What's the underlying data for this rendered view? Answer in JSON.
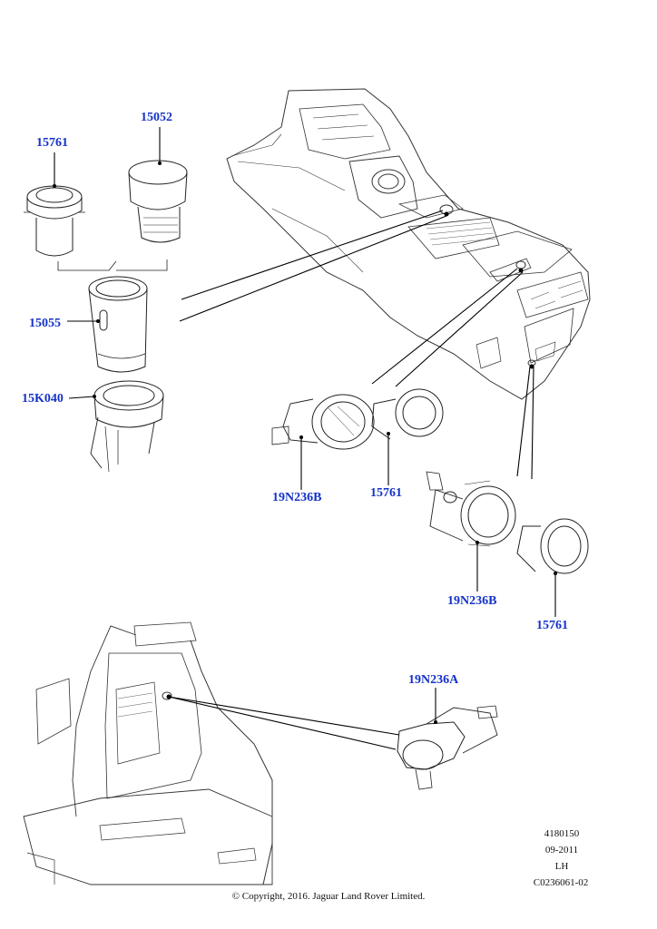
{
  "callouts": {
    "c_15761_top": "15761",
    "c_15052": "15052",
    "c_15055": "15055",
    "c_15k040": "15K040",
    "c_19n236b_mid": "19N236B",
    "c_15761_mid": "15761",
    "c_19n236b_right": "19N236B",
    "c_15761_right": "15761",
    "c_19n236a": "19N236A"
  },
  "info_block": {
    "number": "4180150",
    "date": "09-2011",
    "side": "LH",
    "code": "C0236061-02"
  },
  "footer": {
    "copyright": "© Copyright, 2016. Jaguar Land Rover Limited."
  }
}
